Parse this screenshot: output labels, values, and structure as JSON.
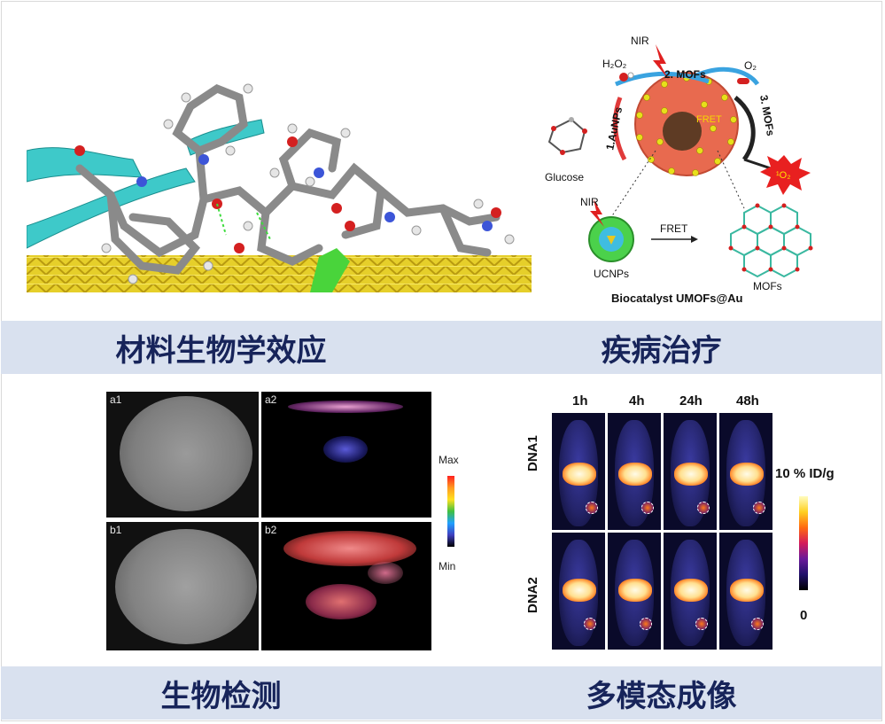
{
  "sections": {
    "materials_bio_effect": "材料生物学效应",
    "disease_therapy": "疾病治疗",
    "bio_detection": "生物检测",
    "multimodal_imaging": "多模态成像"
  },
  "therapy_diagram": {
    "nir_top": "NIR",
    "h2o2": "H₂O₂",
    "mofs_step2": "2. MOFs",
    "o2": "O₂",
    "aunps_step1": "1.AuNPs",
    "fret_core": "FRET",
    "mofs_step3": "3. MOFs",
    "singlet_oxygen": "¹O₂",
    "glucose": "Glucose",
    "nir_left": "NIR",
    "fret_arrow": "FRET",
    "ucnps": "UCNPs",
    "mofs": "MOFs",
    "caption": "Biocatalyst UMOFs@Au"
  },
  "ultrasound": {
    "tiles": [
      "a1",
      "a2",
      "b1",
      "b2"
    ],
    "scale_max": "Max",
    "scale_min": "Min"
  },
  "pet_imaging": {
    "timepoints": [
      "1h",
      "4h",
      "24h",
      "48h"
    ],
    "rows": [
      "DNA1",
      "DNA2"
    ],
    "scale_max": "10 % ID/g",
    "scale_min": "0"
  },
  "colors": {
    "banner_bg": "#d9e1ef",
    "banner_text": "#17245a"
  }
}
